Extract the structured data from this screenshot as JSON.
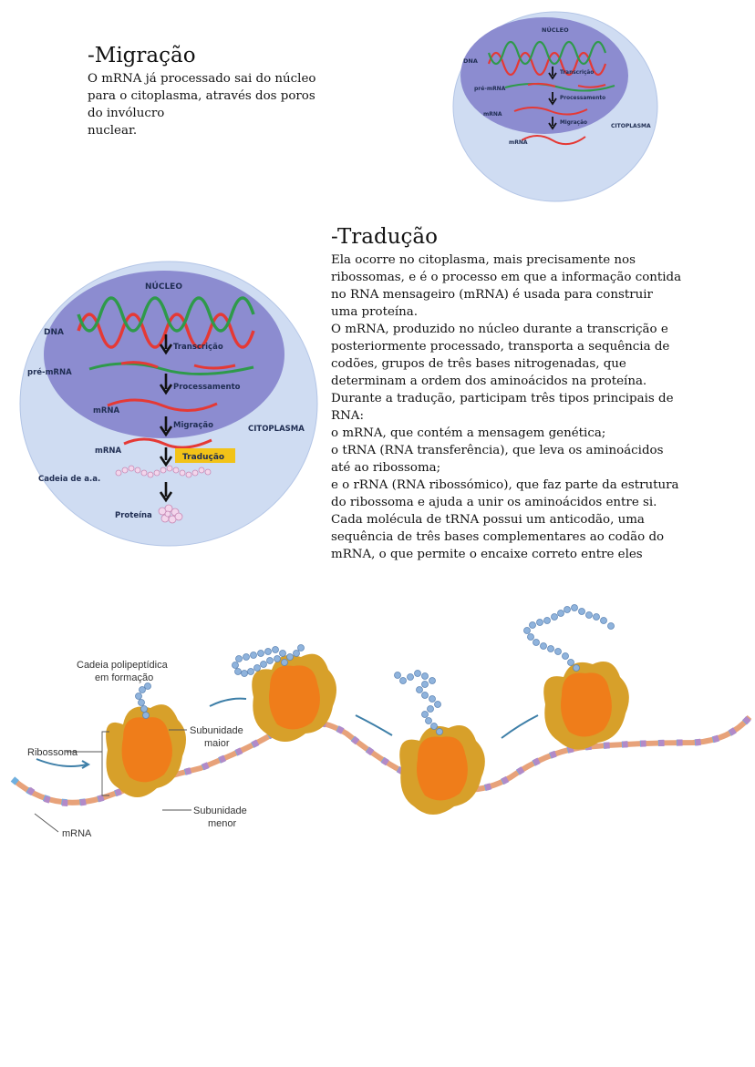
{
  "migracao": {
    "title": "-Migração",
    "lines": [
      "O mRNA já processado sai do núcleo",
      "para o citoplasma, através dos poros",
      "do invólucro",
      "nuclear."
    ]
  },
  "traducao": {
    "title": "-Tradução",
    "lines": [
      "Ela ocorre no citoplasma, mais precisamente nos",
      "ribossomas, e é o processo em que a informação contida",
      "no RNA mensageiro (mRNA) é usada para construir",
      "uma proteína.",
      "O mRNA, produzido no núcleo durante a transcrição e",
      "posteriormente processado, transporta a sequência de",
      "codões, grupos de três bases nitrogenadas, que",
      "determinam a ordem dos aminoácidos na proteína.",
      "Durante a tradução, participam três tipos principais de",
      "RNA:",
      "o mRNA, que contém a mensagem genética;",
      "o tRNA (RNA transferência), que leva os aminoácidos",
      "até ao ribossoma;",
      "e o rRNA (RNA ribossómico), que faz parte da estrutura",
      "do ribossoma e ajuda a unir os aminoácidos entre si.",
      "Cada molécula de tRNA possui um anticodão, uma",
      "sequência de três bases complementares ao codão do",
      "mRNA, o que permite o encaixe correto entre eles"
    ]
  },
  "diagram_small": {
    "nucleo": "NÚCLEO",
    "dna": "DNA",
    "transcricao": "Transcrição",
    "pre_mrna": "pré-mRNA",
    "processamento": "Processamento",
    "mrna1": "mRNA",
    "migracao": "Migração",
    "citoplasma": "CITOPLASMA",
    "mrna2": "mRNA"
  },
  "diagram_large": {
    "nucleo": "NÚCLEO",
    "dna": "DNA",
    "transcricao": "Transcrição",
    "pre_mrna": "pré-mRNA",
    "processamento": "Processamento",
    "mrna1": "mRNA",
    "migracao": "Migração",
    "citoplasma": "CITOPLASMA",
    "mrna2": "mRNA",
    "traducao": "Tradução",
    "cadeia": "Cadeia de a.a.",
    "proteina": "Proteína"
  },
  "ribosome_figure": {
    "cadeia_line1": "Cadeia polipeptídica",
    "cadeia_line2": "em formação",
    "ribossoma": "Ribossoma",
    "sub_maior_line1": "Subunidade",
    "sub_maior_line2": "maior",
    "sub_menor_line1": "Subunidade",
    "sub_menor_line2": "menor",
    "mrna": "mRNA"
  },
  "colors": {
    "cytoplasm": "#cfdcf2",
    "nucleus": "#8c8cd0",
    "dna_red": "#e53935",
    "dna_green": "#2e9a4a",
    "ribosome_orange": "#ef7d1a",
    "ribosome_gold": "#d7a02a",
    "bead_blue": "#8fb3dc",
    "traducao_tag": "#f2c318"
  }
}
